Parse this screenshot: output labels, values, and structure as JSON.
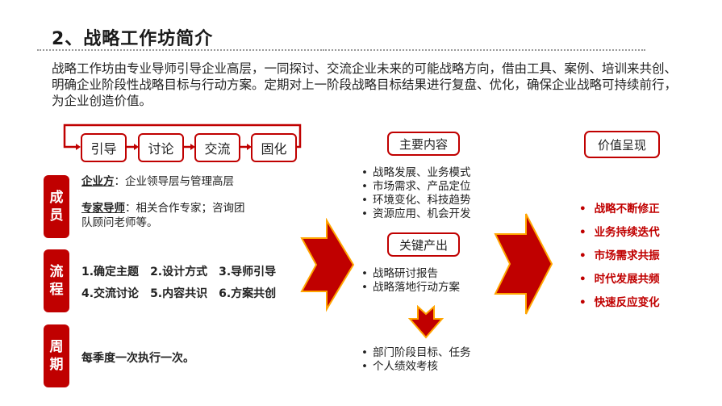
{
  "title": "2、战略工作坊简介",
  "intro": "战略工作坊由专业导师引导企业高层，一同探讨、交流企业未来的可能战略方向，借由工具、案例、培训来共创、明确企业阶段性战略目标与行动方案。定期对上一阶段战略目标结果进行复盘、优化，确保企业战略可持续前行，为企业创造价值。",
  "cycle": {
    "steps": [
      "引导",
      "讨论",
      "交流",
      "固化"
    ]
  },
  "members": {
    "tag": [
      "成",
      "员"
    ],
    "enterprise_key": "企业方",
    "enterprise_val": "：企业领导层与管理高层",
    "expert_key": "专家导师",
    "expert_val": "：相关合作专家；咨询团队顾问老师等。"
  },
  "process": {
    "tag": [
      "流",
      "程"
    ],
    "row1": [
      "1.确定主题",
      "2.设计方式",
      "3.导师引导"
    ],
    "row2": [
      "4.交流讨论",
      "5.内容共识",
      "6.方案共创"
    ]
  },
  "cycle_period": {
    "tag": [
      "周",
      "期"
    ],
    "text": "每季度一次执行一次。"
  },
  "main_content": {
    "header": "主要内容",
    "items": [
      "战略发展、业务模式",
      "市场需求、产品定位",
      "环境变化、科技趋势",
      "资源应用、机会开发"
    ]
  },
  "key_output": {
    "header": "关键产出",
    "items": [
      "战略研讨报告",
      "战略落地行动方案"
    ],
    "sub_items": [
      "部门阶段目标、任务",
      "个人绩效考核"
    ]
  },
  "value": {
    "header": "价值呈现",
    "items": [
      "战略不断修正",
      "业务持续迭代",
      "市场需求共振",
      "时代发展共频",
      "快速反应变化"
    ]
  },
  "colors": {
    "accent": "#c00000",
    "arrow_outline": "#ffa500"
  }
}
